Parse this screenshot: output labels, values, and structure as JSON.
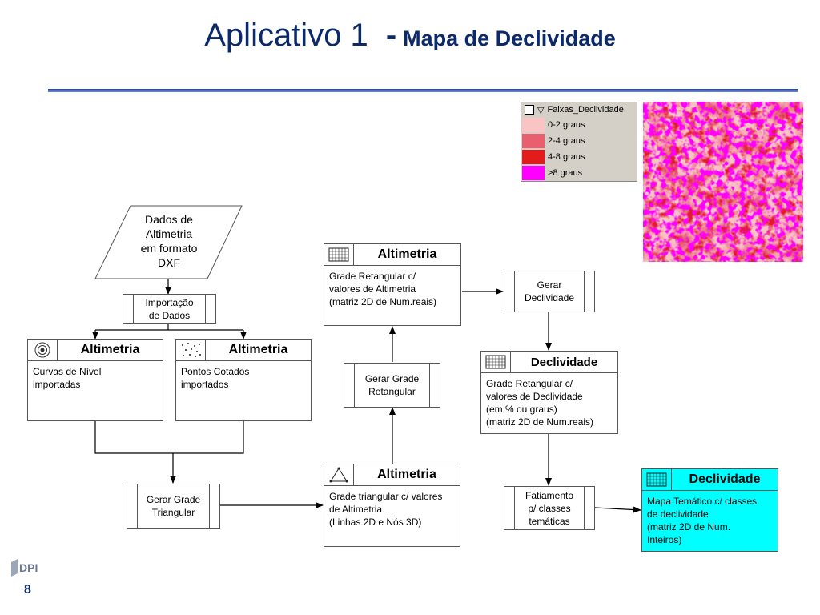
{
  "title": {
    "main": "Aplicativo 1",
    "dash": "-",
    "subtitle": "Mapa de Declividade"
  },
  "legend": {
    "header": "Faixas_Declividade",
    "items": [
      {
        "label": "0-2 graus",
        "color": "#fbc4c4"
      },
      {
        "label": "2-4 graus",
        "color": "#e86070"
      },
      {
        "label": "4-8 graus",
        "color": "#e21c1c"
      },
      {
        "label": ">8 graus",
        "color": "#ff00ff"
      }
    ]
  },
  "nodes": {
    "input": {
      "text": [
        "Dados de",
        "Altimetria",
        "em formato",
        "DXF"
      ]
    },
    "import": {
      "text": [
        "Importação",
        "de Dados"
      ]
    },
    "curvas": {
      "header": "Altimetria",
      "icon": "concentric-circles-icon",
      "body": [
        "Curvas de Nível",
        "importadas"
      ]
    },
    "pontos": {
      "header": "Altimetria",
      "icon": "scattered-points-icon",
      "body": [
        "Pontos Cotados",
        "importados"
      ]
    },
    "gerar_tri": {
      "text": [
        "Gerar Grade",
        "Triangular"
      ]
    },
    "grade_tri": {
      "header": "Altimetria",
      "icon": "triangle-icon",
      "body": [
        "Grade triangular c/ valores",
        "de Altimetria",
        "(Linhas 2D e Nós 3D)"
      ]
    },
    "gerar_ret": {
      "text": [
        "Gerar Grade",
        "Retangular"
      ]
    },
    "grade_ret": {
      "header": "Altimetria",
      "icon": "grid-icon",
      "body": [
        "Grade Retangular c/",
        "valores de Altimetria",
        "(matriz 2D de Num.reais)"
      ]
    },
    "gerar_decl": {
      "text": [
        "Gerar",
        "Declividade"
      ]
    },
    "decl": {
      "header": "Declividade",
      "icon": "grid-icon",
      "body": [
        "Grade Retangular c/",
        "valores de Declividade",
        "(em  % ou graus)",
        "(matriz 2D de Num.reais)"
      ]
    },
    "fatiamento": {
      "text": [
        "Fatiamento",
        "p/ classes",
        "temáticas"
      ]
    },
    "mapa": {
      "header": "Declividade",
      "icon": "grid-icon",
      "body": [
        "Mapa Temático c/ classes",
        "de declividade",
        "(matriz 2D de Num.",
        "Inteiros)"
      ]
    }
  },
  "footer": {
    "page_number": "8"
  }
}
